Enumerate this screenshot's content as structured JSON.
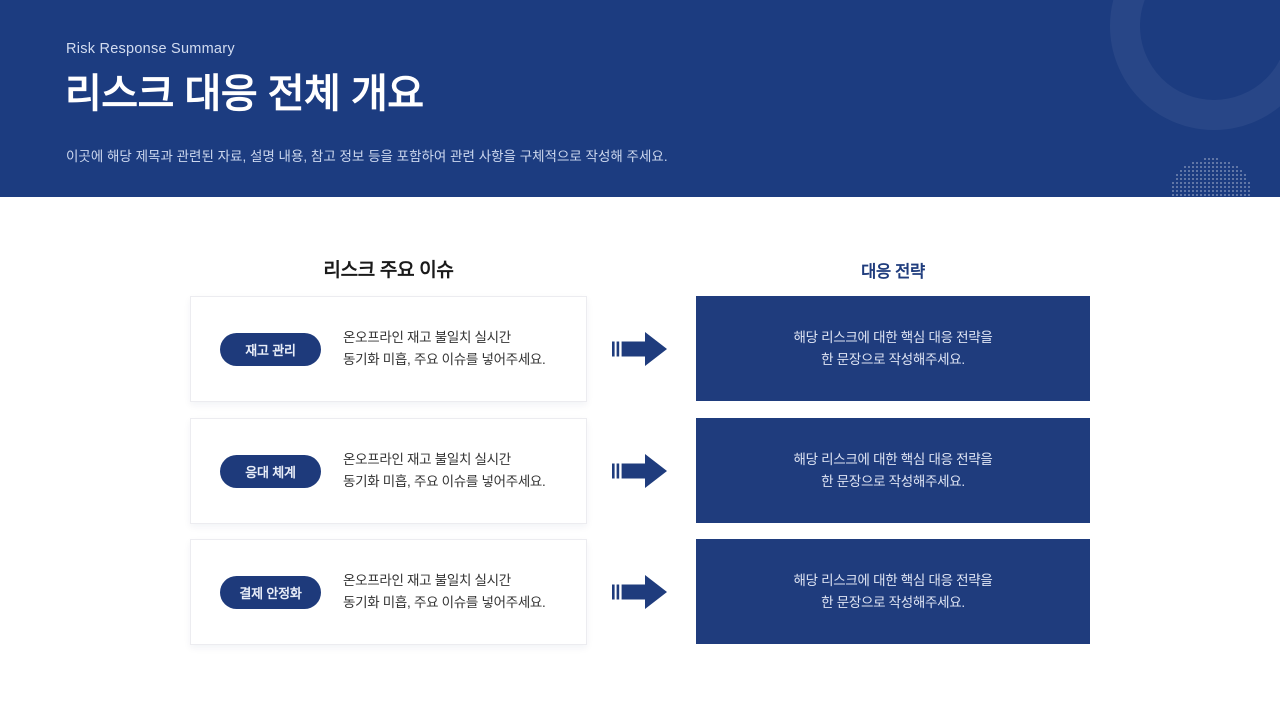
{
  "header": {
    "eyebrow": "Risk Response Summary",
    "title": "리스크 대응 전체 개요",
    "subtitle": "이곳에 해당 제목과 관련된 자료, 설명 내용, 참고 정보 등을 포함하여 관련 사항을 구체적으로 작성해 주세요.",
    "background_color": "#1c3c80",
    "decor": {
      "ring": "ring-shape",
      "dots": "dot-grid-pattern"
    }
  },
  "columns": {
    "left_heading": "리스크 주요 이슈",
    "right_heading": "대응 전략"
  },
  "colors": {
    "navy": "#1f3c7d",
    "badge_navy": "#1e3a7b",
    "header_navy": "#1c3c80",
    "arrow": "#1f3c7d",
    "card_bg": "#ffffff",
    "card_border": "#ececf0",
    "page_bg": "#ffffff",
    "issue_text": "#333333",
    "strategy_text": "#dfe5f4"
  },
  "rows": [
    {
      "badge": "재고 관리",
      "issue_line1": "온오프라인 재고 불일치 실시간",
      "issue_line2": "동기화 미흡, 주요 이슈를 넣어주세요.",
      "arrow": "arrow-right-icon",
      "strategy_line1": "해당 리스크에 대한 핵심 대응 전략을",
      "strategy_line2": "한 문장으로 작성해주세요."
    },
    {
      "badge": "응대 체계",
      "issue_line1": "온오프라인 재고 불일치 실시간",
      "issue_line2": "동기화 미흡, 주요 이슈를 넣어주세요.",
      "arrow": "arrow-right-icon",
      "strategy_line1": "해당 리스크에 대한 핵심 대응 전략을",
      "strategy_line2": "한 문장으로 작성해주세요."
    },
    {
      "badge": "결제 안정화",
      "issue_line1": "온오프라인 재고 불일치 실시간",
      "issue_line2": "동기화 미흡, 주요 이슈를 넣어주세요.",
      "arrow": "arrow-right-icon",
      "strategy_line1": "해당 리스크에 대한 핵심 대응 전략을",
      "strategy_line2": "한 문장으로 작성해주세요."
    }
  ]
}
